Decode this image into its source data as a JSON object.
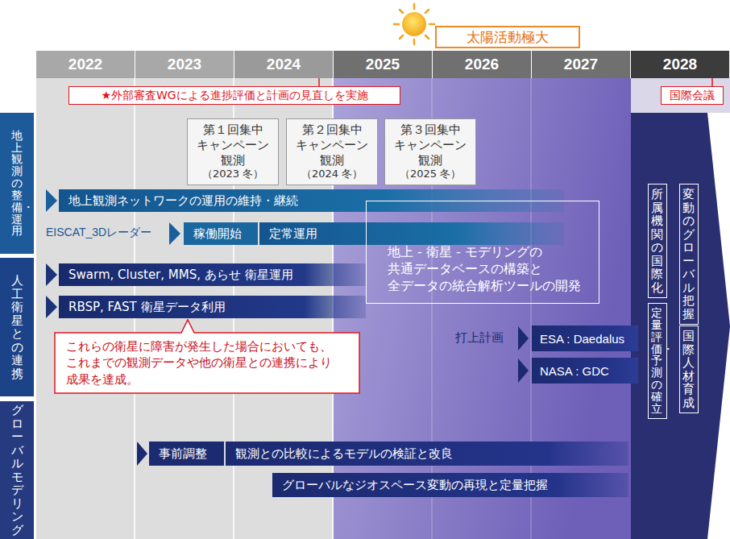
{
  "diagram": {
    "nodes": [
      {
        "text": [
          "太陽活動極大"
        ]
      },
      {
        "text": [
          "2022"
        ]
      },
      {
        "text": [
          "2023"
        ]
      },
      {
        "text": [
          "2024"
        ]
      },
      {
        "text": [
          "2025"
        ]
      },
      {
        "text": [
          "2026"
        ]
      },
      {
        "text": [
          "2027"
        ]
      },
      {
        "text": [
          "2028"
        ]
      },
      {
        "text": [
          "★外部審査WGによる進捗評価と計画の見直しを実施"
        ]
      },
      {
        "text": [
          "国際会議"
        ]
      },
      {
        "text": [
          "地上観測の整備・運用"
        ]
      },
      {
        "text": [
          "第１回集中 キャンペーン 観測",
          "（2023 冬）"
        ]
      },
      {
        "text": [
          "第２回集中 キャンペーン 観測",
          "（2024 冬）"
        ]
      },
      {
        "text": [
          "第３回集中 キャンペーン 観測",
          "（2025 冬）"
        ]
      },
      {
        "text": [
          "地上観測ネットワークの運用の維持・継続"
        ]
      },
      {
        "text": [
          "稼働開始"
        ]
      },
      {
        "text": [
          "定常運用"
        ]
      },
      {
        "text": [
          "地上 - 衛星 - モデリングの 共通データベースの構築と 全データの統合解析ツールの開発"
        ]
      },
      {
        "text": [
          "人工衛星との連携"
        ]
      },
      {
        "text": [
          "Swarm, Cluster, MMS, あらせ 衛星運用"
        ]
      },
      {
        "text": [
          "RBSP, FAST 衛星データ利用"
        ]
      },
      {
        "text": [
          "これらの衛星に障害が発生した場合においても、 これまでの観測データや他の衛星との連携により 成果を達成。"
        ]
      },
      {
        "text": [
          "ESA : Daedalus"
        ]
      },
      {
        "text": [
          "NASA : GDC"
        ]
      },
      {
        "text": [
          "グローバルモデリング"
        ]
      },
      {
        "text": [
          "事前調整"
        ]
      },
      {
        "text": [
          "観測との比較によるモデルの検証と改良"
        ]
      },
      {
        "text": [
          "グローバルなジオスペース変動の再現と定量把握"
        ]
      },
      {
        "text": [
          "所属機関の国際化"
        ]
      },
      {
        "text": [
          "定量評価・予測の確立"
        ]
      },
      {
        "text": [
          "変動のグローバル把握"
        ]
      },
      {
        "text": [
          "国際人材育成"
        ]
      }
    ],
    "labels": [
      "EISCAT_3Dレーダー",
      "打上計画"
    ]
  }
}
